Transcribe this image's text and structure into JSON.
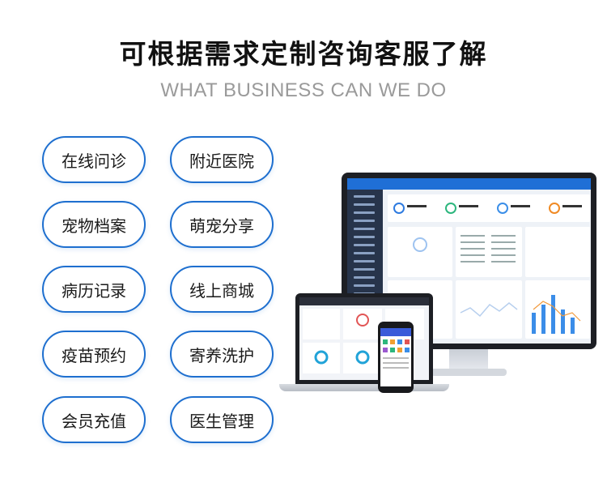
{
  "header": {
    "title": "可根据需求定制咨询客服了解",
    "subtitle": "WHAT BUSINESS CAN WE DO"
  },
  "features": [
    "在线问诊",
    "附近医院",
    "宠物档案",
    "萌宠分享",
    "病历记录",
    "线上商城",
    "疫苗预约",
    "寄养洗护",
    "会员充值",
    "医生管理"
  ],
  "colors": {
    "accent": "#1e6fcf",
    "subtitle": "#9a9a9a"
  }
}
